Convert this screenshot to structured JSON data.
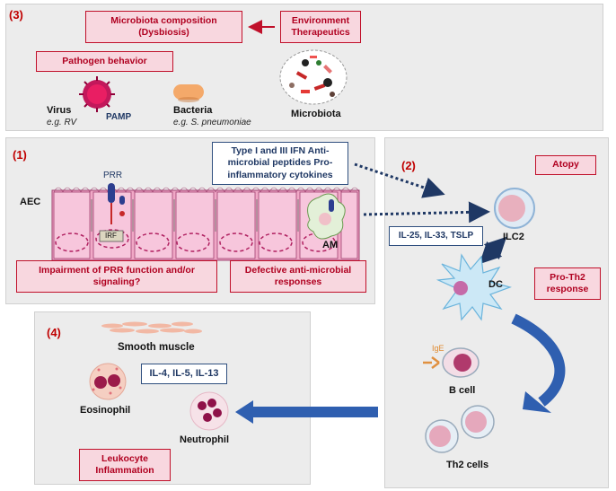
{
  "panel3": {
    "number": "(3)",
    "microbiota_composition": "Microbiota composition (Dysbiosis)",
    "environment": "Environment Therapeutics",
    "pathogen_behavior": "Pathogen behavior",
    "virus": "Virus",
    "virus_eg": "e.g. RV",
    "pamp": "PAMP",
    "bacteria": "Bacteria",
    "bacteria_eg": "e.g. S. pneumoniae",
    "microbiota": "Microbiota"
  },
  "panel1": {
    "number": "(1)",
    "ifn_box": "Type I and III IFN Anti-microbial peptides Pro-inflammatory cytokines",
    "prr": "PRR",
    "aec": "AEC",
    "irf": "IRF",
    "am": "AM",
    "impairment": "Impairment of PRR function and/or signaling?",
    "defective": "Defective anti-microbial responses"
  },
  "panel2": {
    "number": "(2)",
    "atopy": "Atopy",
    "cytokines": "IL-25, IL-33, TSLP",
    "ilc2": "ILC2",
    "dc": "DC",
    "pro_th2": "Pro-Th2 response",
    "ige": "IgE",
    "bcell": "B cell",
    "th2": "Th2 cells"
  },
  "panel4": {
    "number": "(4)",
    "smooth_muscle": "Smooth muscle",
    "il_box": "IL-4, IL-5, IL-13",
    "eosinophil": "Eosinophil",
    "neutrophil": "Neutrophil",
    "leukocyte": "Leukocyte Inflammation"
  },
  "colors": {
    "red": "#c0102a",
    "navy": "#1f3864",
    "panel": "#ececec",
    "pink": "#f8d7df"
  }
}
